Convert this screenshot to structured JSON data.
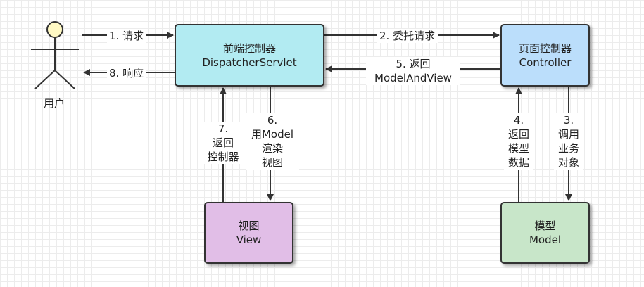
{
  "actor": {
    "label": "用户",
    "icon": "stick-figure-icon",
    "head_color": "#fff9c4"
  },
  "nodes": {
    "dispatcher": {
      "title": "前端控制器",
      "subtitle": "DispatcherServlet",
      "fill": "#b2ebf2"
    },
    "controller": {
      "title": "页面控制器",
      "subtitle": "Controller",
      "fill": "#bbdefb"
    },
    "view": {
      "title": "视图",
      "subtitle": "View",
      "fill": "#e1bee7"
    },
    "model": {
      "title": "模型",
      "subtitle": "Model",
      "fill": "#c8e6c9"
    }
  },
  "edges": {
    "e1": {
      "label": "1. 请求"
    },
    "e2": {
      "label": "2. 委托请求"
    },
    "e3": {
      "lines": [
        "3.",
        "调用",
        "业务",
        "对象"
      ]
    },
    "e4": {
      "lines": [
        "4.",
        "返回",
        "模型",
        "数据"
      ]
    },
    "e5": {
      "lines": [
        "5. 返回",
        "ModelAndView"
      ]
    },
    "e6": {
      "lines": [
        "6.",
        "用Model",
        "渲染",
        "视图"
      ]
    },
    "e7": {
      "lines": [
        "7.",
        "返回",
        "控制器"
      ]
    },
    "e8": {
      "label": "8. 响应"
    }
  }
}
